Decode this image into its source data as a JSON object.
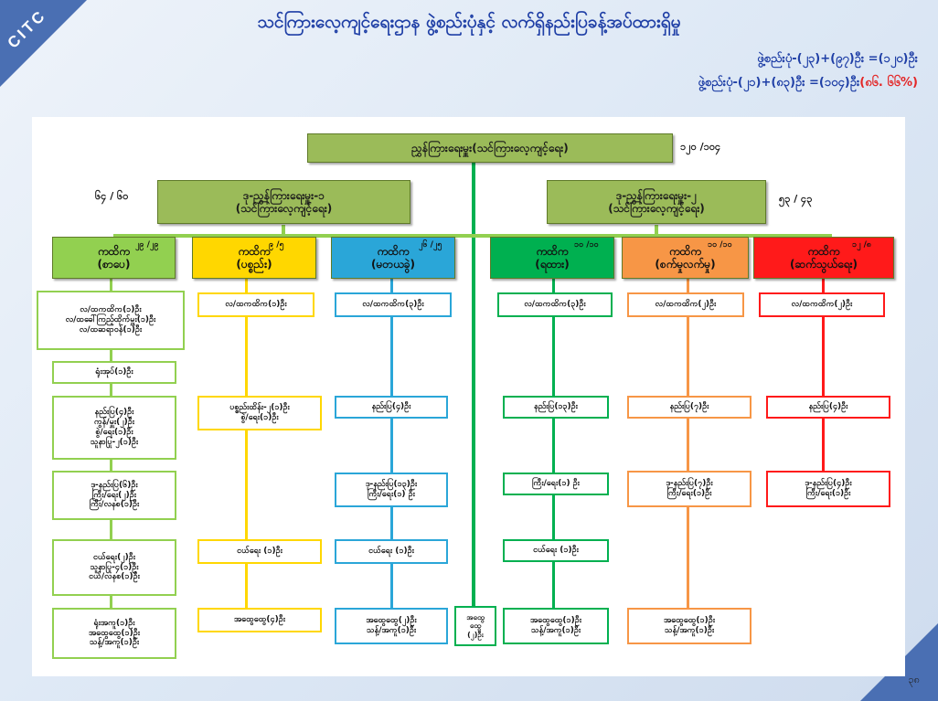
{
  "logo": "CITC",
  "title": "သင်ကြားလေ့ကျင့်ရေးဌာန ဖွဲ့စည်းပုံနှင့် လက်ရှိနည်းပြခန့်အပ်ထားရှိမှု",
  "stats": {
    "line1": "ဖွဲ့စည်းပုံ-(၂၃)+(၉၇)ဦး =(၁၂၀)ဦး",
    "line2_text": "ဖွဲ့စည်းပုံ-(၂၁)+(၈၃)ဦး =(၁၀၄)ဦး",
    "line2_percent": "(၈၆. ၆၆%)"
  },
  "top": {
    "label": "ညွှန်ကြားရေးမှူး(သင်ကြားလေ့ကျင့်ရေး)",
    "count": "၁၂၀ /၁၀၄"
  },
  "deputies": [
    {
      "label": "ဒု-ညွှန်ကြားရေးမှူး-၁\n(သင်ကြားလေ့ကျင့်ရေး)",
      "count": "၆၄ / ၆၀"
    },
    {
      "label": "ဒု-ညွှန်ကြားရေးမှူး-၂\n(သင်ကြားလေ့ကျင့်ရေး)",
      "count": "၅၃ / ၄၃"
    }
  ],
  "departments": [
    {
      "label": "ကထိက\n(စာပေ)",
      "count": "၂၉ /၂၉",
      "color": "#92d050",
      "cells": [
        "လ/ထကထိက(၁)ဦး\nလ/ထခေါ်ကြည့်ထိုက်မှူး(၁)ဦး\nလ/ထဆရာဝန်(၁)ဦး",
        "ရုံးအုပ်(၁)ဦး",
        "နည်းပြ(၄)ဦး\nကွန်/မှူး(၂)ဦး\nစွဲ/ရေး(၁)ဦး\nသူနာပြု-၂(၁)ဦး",
        "ဒု-နည်းပြ(၆)ဦး\nကြီး/ရေး(၂)ဦး\nကြီး/လနစ(၁)ဦး",
        "ငယ်ရေး(၂)ဦး\nသူနာပြု-၄(၁)ဦး\nငယ်/လနစ(၁)ဦး",
        "ရုံးအကူ(၁)ဦး\nအထွေထွေ(၁)ဦး\nသန့်/အကူ(၁)ဦး"
      ]
    },
    {
      "label": "ကထိက\n(ပစ္စည်း)",
      "count": "၉ /၅",
      "color": "#ffd700",
      "cells": [
        "လ/ထကထိက(၁)ဦး",
        "ပစ္စည်းထိန်း-၂(၁)ဦး\nစွဲ/ရေး(၁)ဦး",
        "ငယ်ရေး (၁)ဦး",
        "အထွေထွေ(၄)ဦး"
      ]
    },
    {
      "label": "ကထိက\n(မတယခွဲ)",
      "count": "၂၆ /၂၅",
      "color": "#2aa6d8",
      "cells": [
        "လ/ထကထိက(၃)ဦး",
        "နည်းပြ(၄)ဦး",
        "ဒု-နည်းပြ(၁၃)ဦး\nကြီး/ရေး(၁) ဦး",
        "ငယ်ရေး (၁)ဦး",
        "အထွေထွေ(၂)ဦး\nသန့်/အကူ(၁)ဦး"
      ]
    },
    {
      "label": "ကထိက\n(ရထား)",
      "count": "၁၀ /၁၀",
      "color": "#00b050",
      "cells": [
        "လ/ထကထိက(၃)ဦး",
        "နည်းပြ(၁၃)ဦး",
        "ကြီး/ရေး(၁) ဦး",
        "ငယ်ရေး (၁)ဦး",
        "အထွေထွေ(၁)ဦး\nသန့်/အကူ(၁)ဦး"
      ]
    },
    {
      "label": "ကထိက\n(စက်မှုလက်မှု)",
      "count": "၁၀ /၁၀",
      "color": "#f79646",
      "cells": [
        "လ/ထကထိက(၂)ဦး",
        "နည်းပြ(၇)ဦး",
        "ဒု-နည်းပြ(၇)ဦး\nကြီး/ရေး(၁)ဦး",
        "အထွေထွေ(၁)ဦး\nသန့်/အကူ(၁)ဦး"
      ]
    },
    {
      "label": "ကထိက\n(ဆက်သွယ်ရေး)",
      "count": "၁၂ /၈",
      "color": "#ff1a1a",
      "cells": [
        "လ/ထကထိက(၂)ဦး",
        "နည်းပြ(၄)ဦး",
        "ဒု-နည်းပြ(၄)ဦး\nကြီး/ရေး(၁)ဦး"
      ]
    }
  ],
  "center_cell": "အထွေ\nထွေ\n(၂)ဦး",
  "page_number": "၃၈"
}
